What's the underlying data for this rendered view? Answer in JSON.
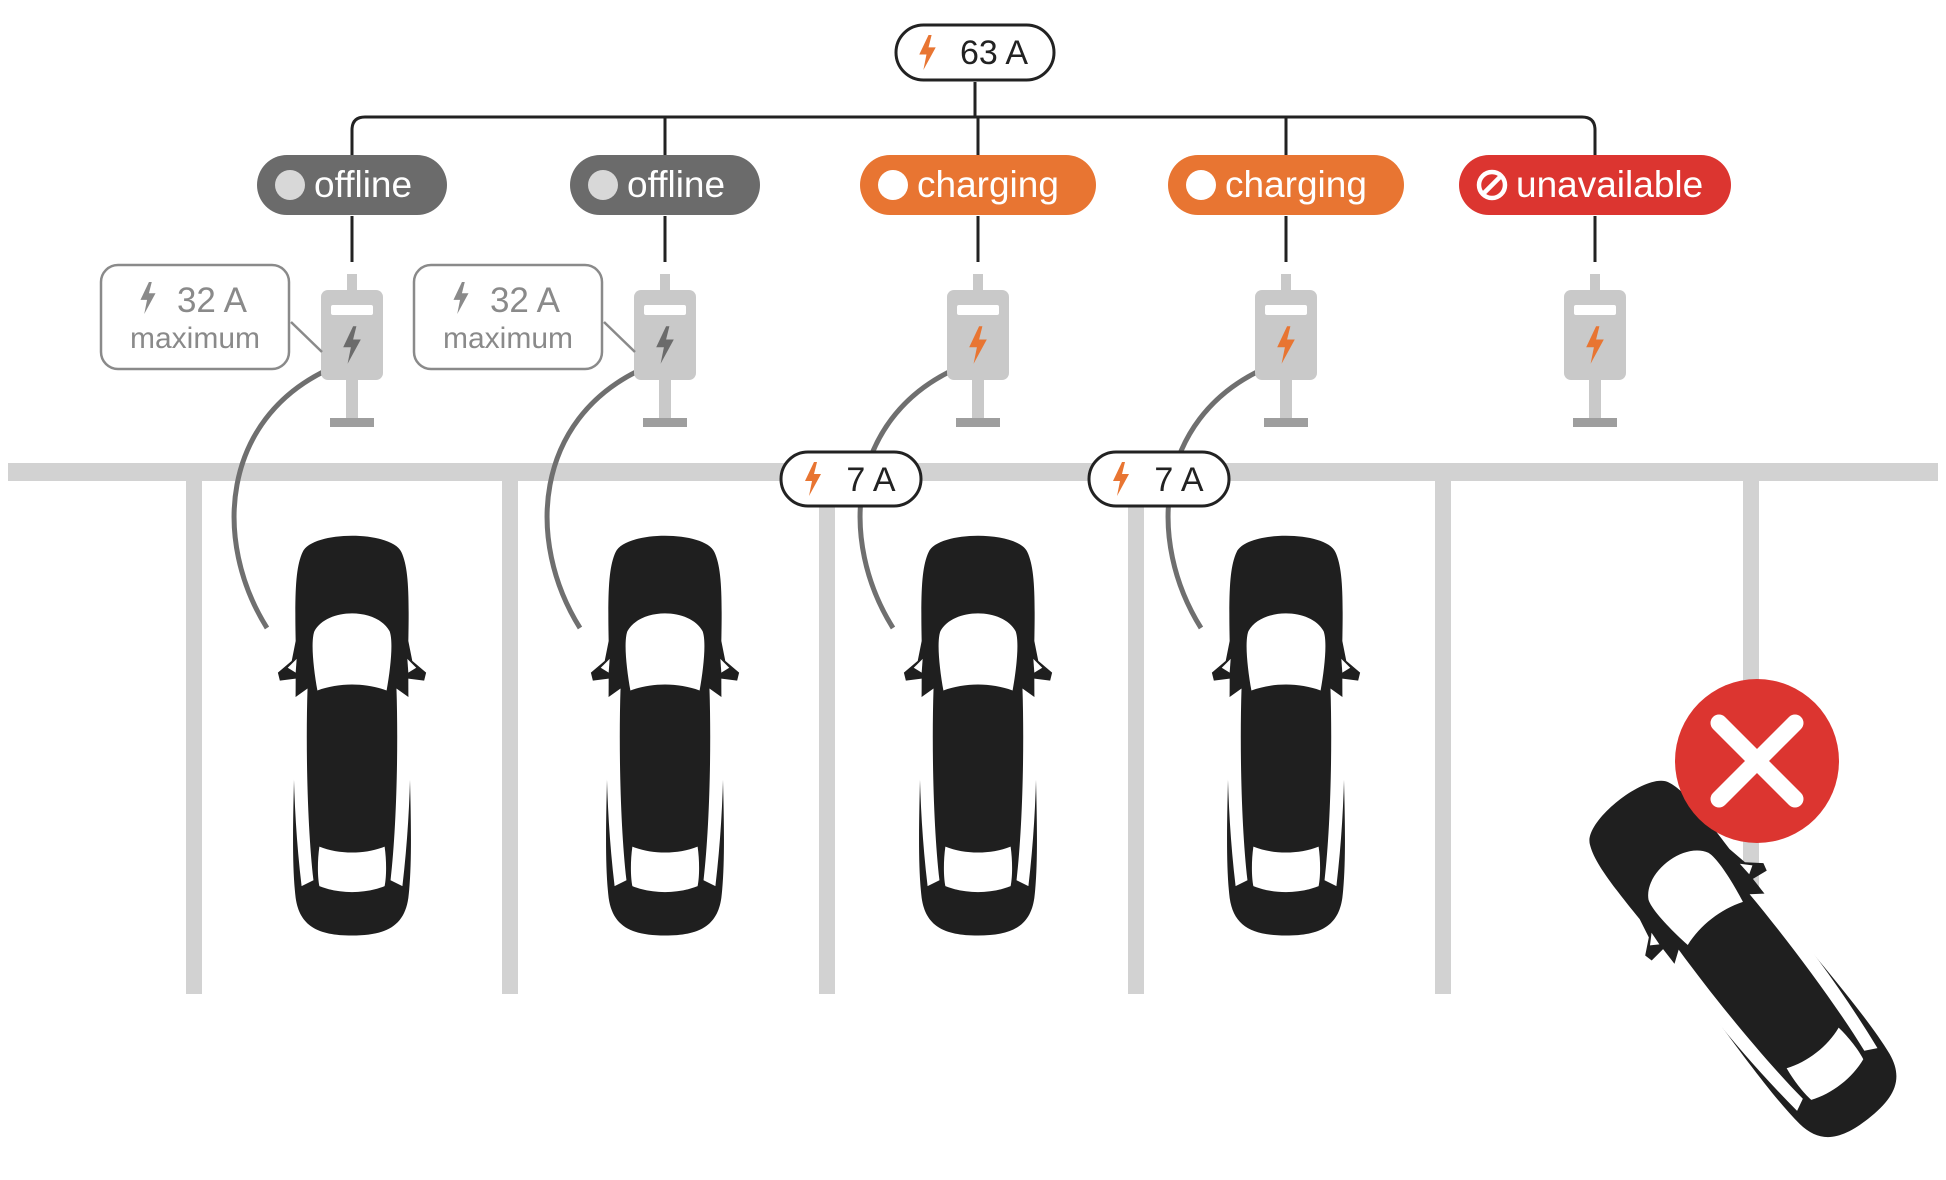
{
  "colors": {
    "accent_orange": "#E87532",
    "status_offline": "#6B6B6B",
    "status_unavailable": "#DC3530",
    "line_dark": "#222222",
    "parking_gray": "#D2D2D2",
    "charger_gray": "#C9C9C9",
    "muted_text": "#8A8A8A",
    "car_black": "#1F1F1F"
  },
  "supply": {
    "value": "63 A",
    "icon": "lightning-bolt-icon"
  },
  "stations": [
    {
      "status": "offline",
      "status_icon": "circle-dot-icon",
      "limit_value": "32 A",
      "limit_note": "maximum"
    },
    {
      "status": "offline",
      "status_icon": "circle-dot-icon",
      "limit_value": "32 A",
      "limit_note": "maximum"
    },
    {
      "status": "charging",
      "status_icon": "circle-dot-icon",
      "current": "7 A"
    },
    {
      "status": "charging",
      "status_icon": "circle-dot-icon",
      "current": "7 A"
    },
    {
      "status": "unavailable",
      "status_icon": "prohibited-icon"
    }
  ],
  "blocked_car_icon": "close-icon"
}
